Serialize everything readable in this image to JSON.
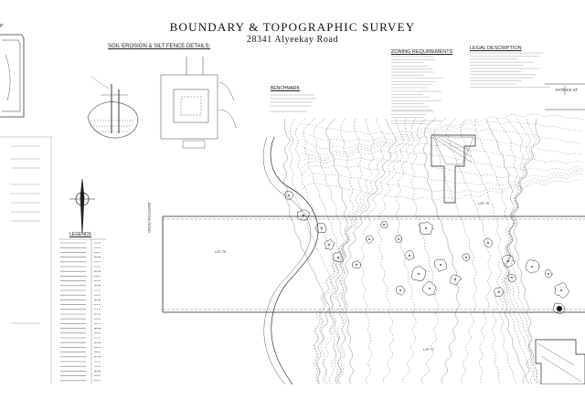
{
  "title": "BOUNDARY & TOPOGRAPHIC SURVEY",
  "address": "28341 Alyeekay Road",
  "sections": {
    "silt_fence": "SOIL EROSION & SILT FENCE DETAILS:",
    "zoning": "ZONING REQUIREMENTS",
    "legal": "LEGAL DESCRIPTION",
    "benchmark": "BENCHMARK",
    "legends": "LEGENDS"
  },
  "lots": {
    "lot_79": "LOT 79",
    "lot_78": "LOT 78",
    "lot_77": "LOT 77"
  },
  "road": "BARSTOW ROAD",
  "patrick_street": "PATRICK ST",
  "colors": {
    "line": "#3a3a3a",
    "contour": "#6e6e6e",
    "tree": "#2a2a2a",
    "background": "#ffffff"
  },
  "icons": {
    "north_arrow": "north-arrow-icon",
    "tree": "tree-icon"
  }
}
